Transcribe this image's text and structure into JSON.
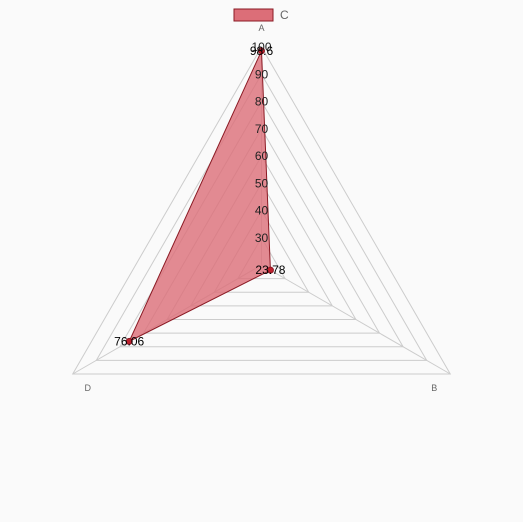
{
  "chart_data": {
    "type": "radar",
    "axes": [
      "A",
      "B",
      "D"
    ],
    "series": [
      {
        "name": "C",
        "values": [
          98.6,
          23.78,
          76.06
        ],
        "labels": [
          "98.6",
          "23.78",
          "76.06"
        ]
      }
    ],
    "rlim": [
      20,
      100
    ],
    "ticks": [
      30,
      40,
      50,
      60,
      70,
      80,
      90,
      100
    ],
    "tick_labels": [
      "30",
      "40",
      "50",
      "60",
      "70",
      "80",
      "90",
      "100"
    ],
    "legend": {
      "position": "top"
    },
    "colors": {
      "fill": "#dc6e78",
      "stroke": "#8b1a24",
      "grid": "#cccccc"
    }
  }
}
